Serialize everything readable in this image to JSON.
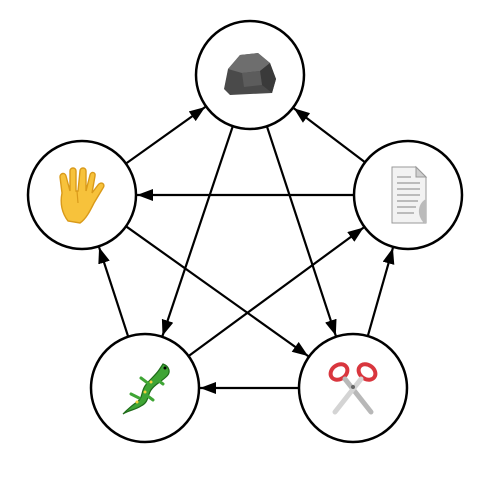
{
  "diagram": {
    "nodes": [
      {
        "id": "rock",
        "name": "rock",
        "icon": "rock-icon"
      },
      {
        "id": "paper",
        "name": "paper",
        "icon": "paper-icon"
      },
      {
        "id": "scissors",
        "name": "scissors",
        "icon": "scissors-icon"
      },
      {
        "id": "lizard",
        "name": "lizard",
        "icon": "lizard-icon"
      },
      {
        "id": "spock",
        "name": "spock",
        "icon": "vulcan-salute-icon"
      }
    ],
    "edges": [
      {
        "from": "spock",
        "to": "rock"
      },
      {
        "from": "lizard",
        "to": "spock"
      },
      {
        "from": "spock",
        "to": "scissors"
      },
      {
        "from": "paper",
        "to": "spock"
      },
      {
        "from": "paper",
        "to": "rock"
      },
      {
        "from": "rock",
        "to": "lizard"
      },
      {
        "from": "rock",
        "to": "scissors"
      },
      {
        "from": "lizard",
        "to": "paper"
      },
      {
        "from": "scissors",
        "to": "paper"
      },
      {
        "from": "scissors",
        "to": "lizard"
      }
    ],
    "colors": {
      "stroke": "#000000",
      "node_fill": "#ffffff"
    }
  }
}
